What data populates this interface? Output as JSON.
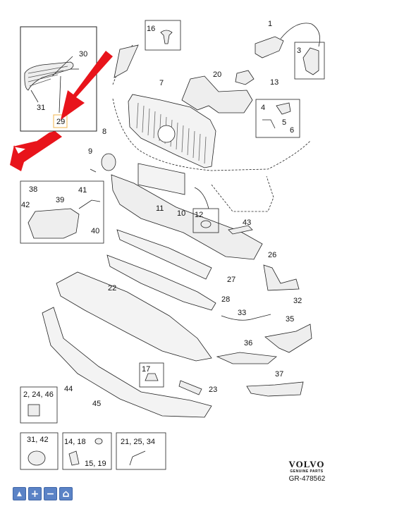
{
  "callouts": {
    "c1": "1",
    "c3": "3",
    "c4": "4",
    "c5": "5",
    "c6": "6",
    "c7": "7",
    "c8": "8",
    "c9": "9",
    "c10": "10",
    "c11": "11",
    "c12": "12",
    "c13": "13",
    "c16": "16",
    "c20": "20",
    "c22": "22",
    "c23": "23",
    "c26": "26",
    "c27": "27",
    "c28": "28",
    "c29": "29",
    "c30": "30",
    "c31": "31",
    "c32": "32",
    "c33": "33",
    "c35": "35",
    "c36": "36",
    "c37": "37",
    "c38": "38",
    "c39": "39",
    "c40": "40",
    "c41": "41",
    "c42": "42",
    "c43": "43",
    "c44": "44",
    "c45": "45",
    "c17": "17"
  },
  "legend_boxes": {
    "box_a": "2, 24, 46",
    "box_b": "31, 42",
    "box_c_top": "14, 18",
    "box_c_bottom": "15, 19",
    "box_d": "21, 25, 34"
  },
  "brand": {
    "name": "VOLVO",
    "sub": "GENUINE PARTS",
    "ref": "GR-478562"
  },
  "toolbar": {
    "pointer": "▲",
    "zoom_in": "+",
    "zoom_out": "−",
    "home": "⌂"
  },
  "colors": {
    "arrow": "#e8141b",
    "highlight": "#f3c069",
    "toolbar": "#5b83c6"
  }
}
